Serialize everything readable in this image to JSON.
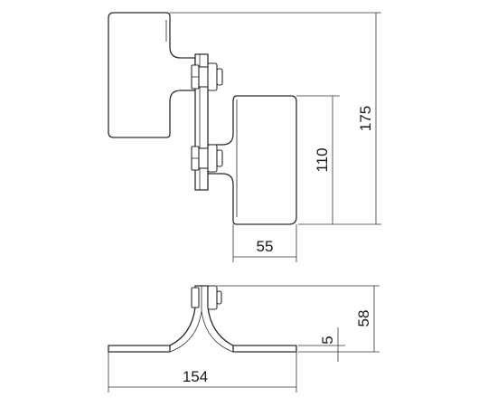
{
  "dimensions": {
    "overall_height": "175",
    "right_plate_height": "110",
    "right_plate_width": "55",
    "total_width": "154",
    "profile_height": "58",
    "step_offset": "5"
  }
}
